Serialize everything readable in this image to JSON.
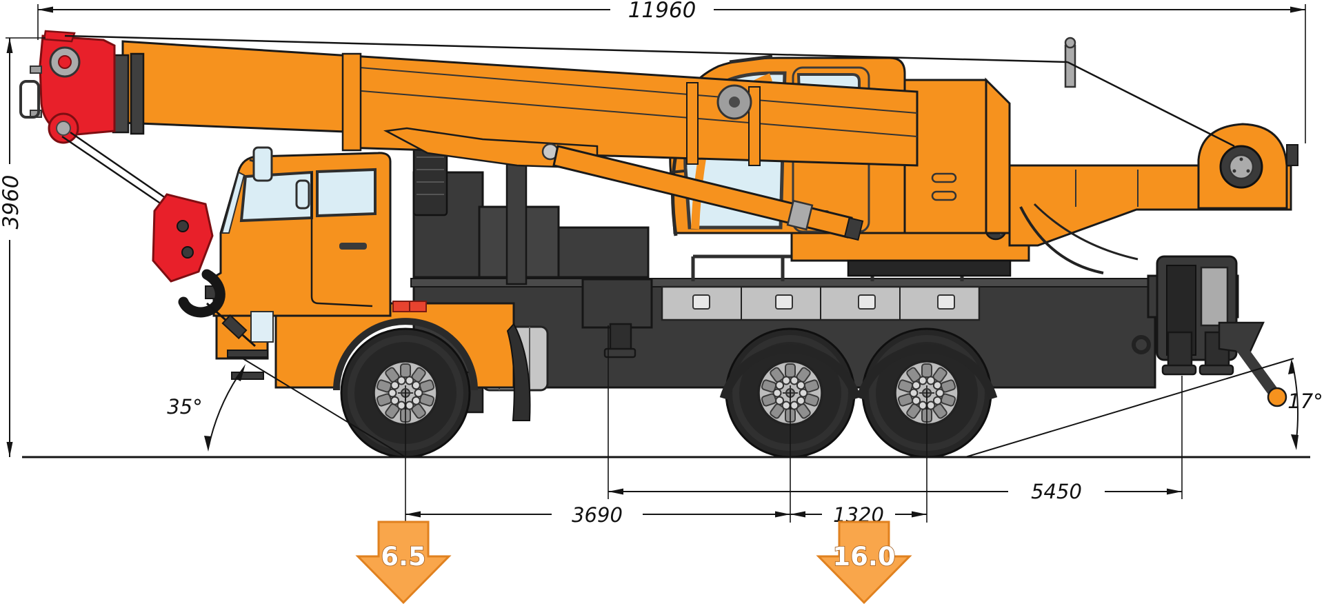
{
  "drawing": {
    "type": "side-view dimensional diagram",
    "subject": "telescopic boom truck crane on three-axle chassis, transport position"
  },
  "dimensions": {
    "overall_length": "11960",
    "overall_height": "3960",
    "front_axle_to_middle_axle": "3690",
    "rear_axle_spacing": "1320",
    "outrigger_base": "5450",
    "approach_angle": "35°",
    "departure_angle": "17°"
  },
  "axle_loads": {
    "front_axle": "6.5",
    "rear_bogie": "16.0"
  },
  "colors": {
    "body_orange": "#F6921E",
    "boom_head_red": "#E8202A",
    "chassis_gray": "#3A3A3A",
    "glass_blue": "#DAEDF5",
    "load_arrow_orange": "#F9A64B",
    "line_black": "#141414"
  }
}
